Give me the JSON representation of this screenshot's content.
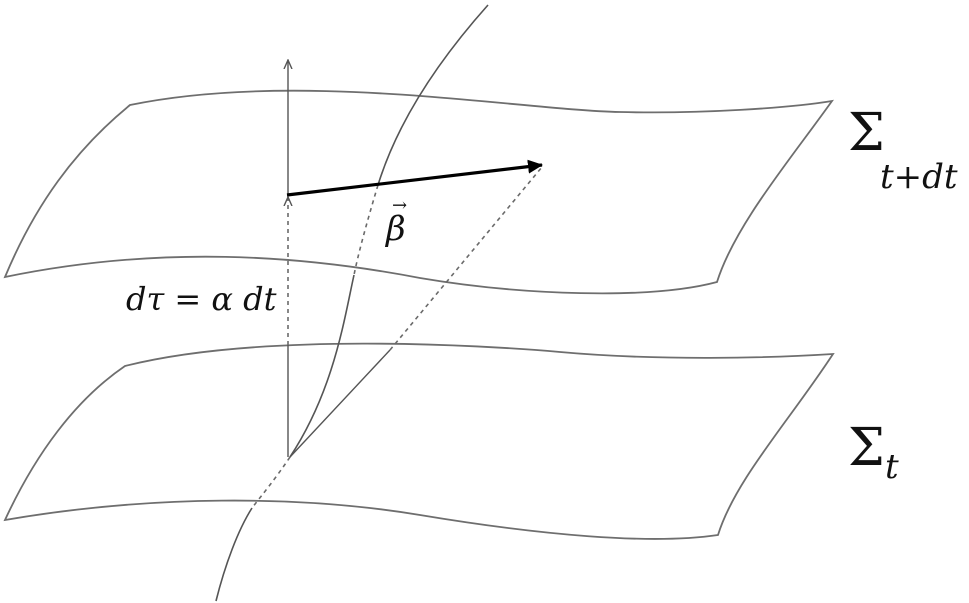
{
  "labels": {
    "upper_surface_sym": "Σ",
    "upper_surface_sub": "t+dt",
    "lower_surface_sym": "Σ",
    "lower_surface_sub": "t",
    "shift_vector": "β",
    "shift_arrow_glyph": "→",
    "lapse_relation": "dτ = α dt"
  }
}
